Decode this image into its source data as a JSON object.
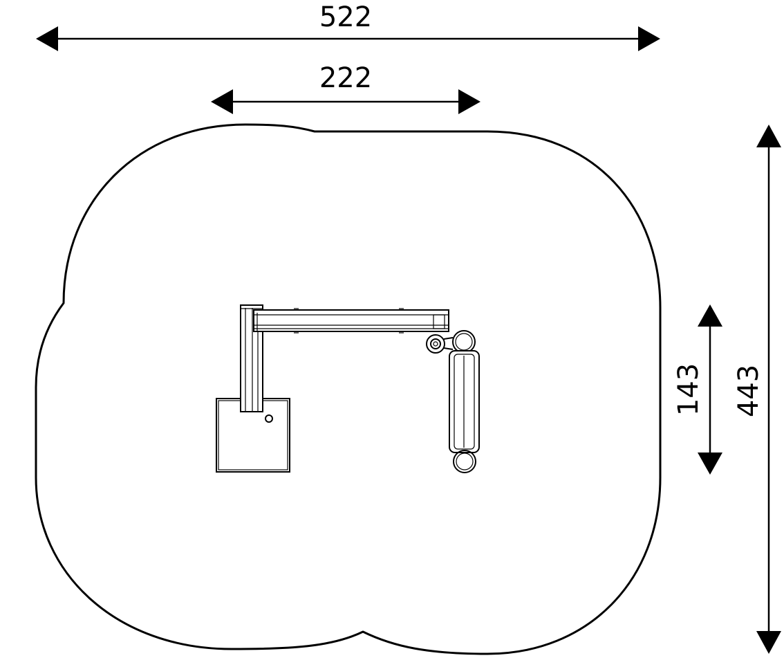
{
  "dimensions": {
    "overall_width": "522",
    "inner_width": "222",
    "overall_depth": "443",
    "inner_depth": "143"
  },
  "colors": {
    "line": "#000000",
    "background": "#ffffff"
  }
}
